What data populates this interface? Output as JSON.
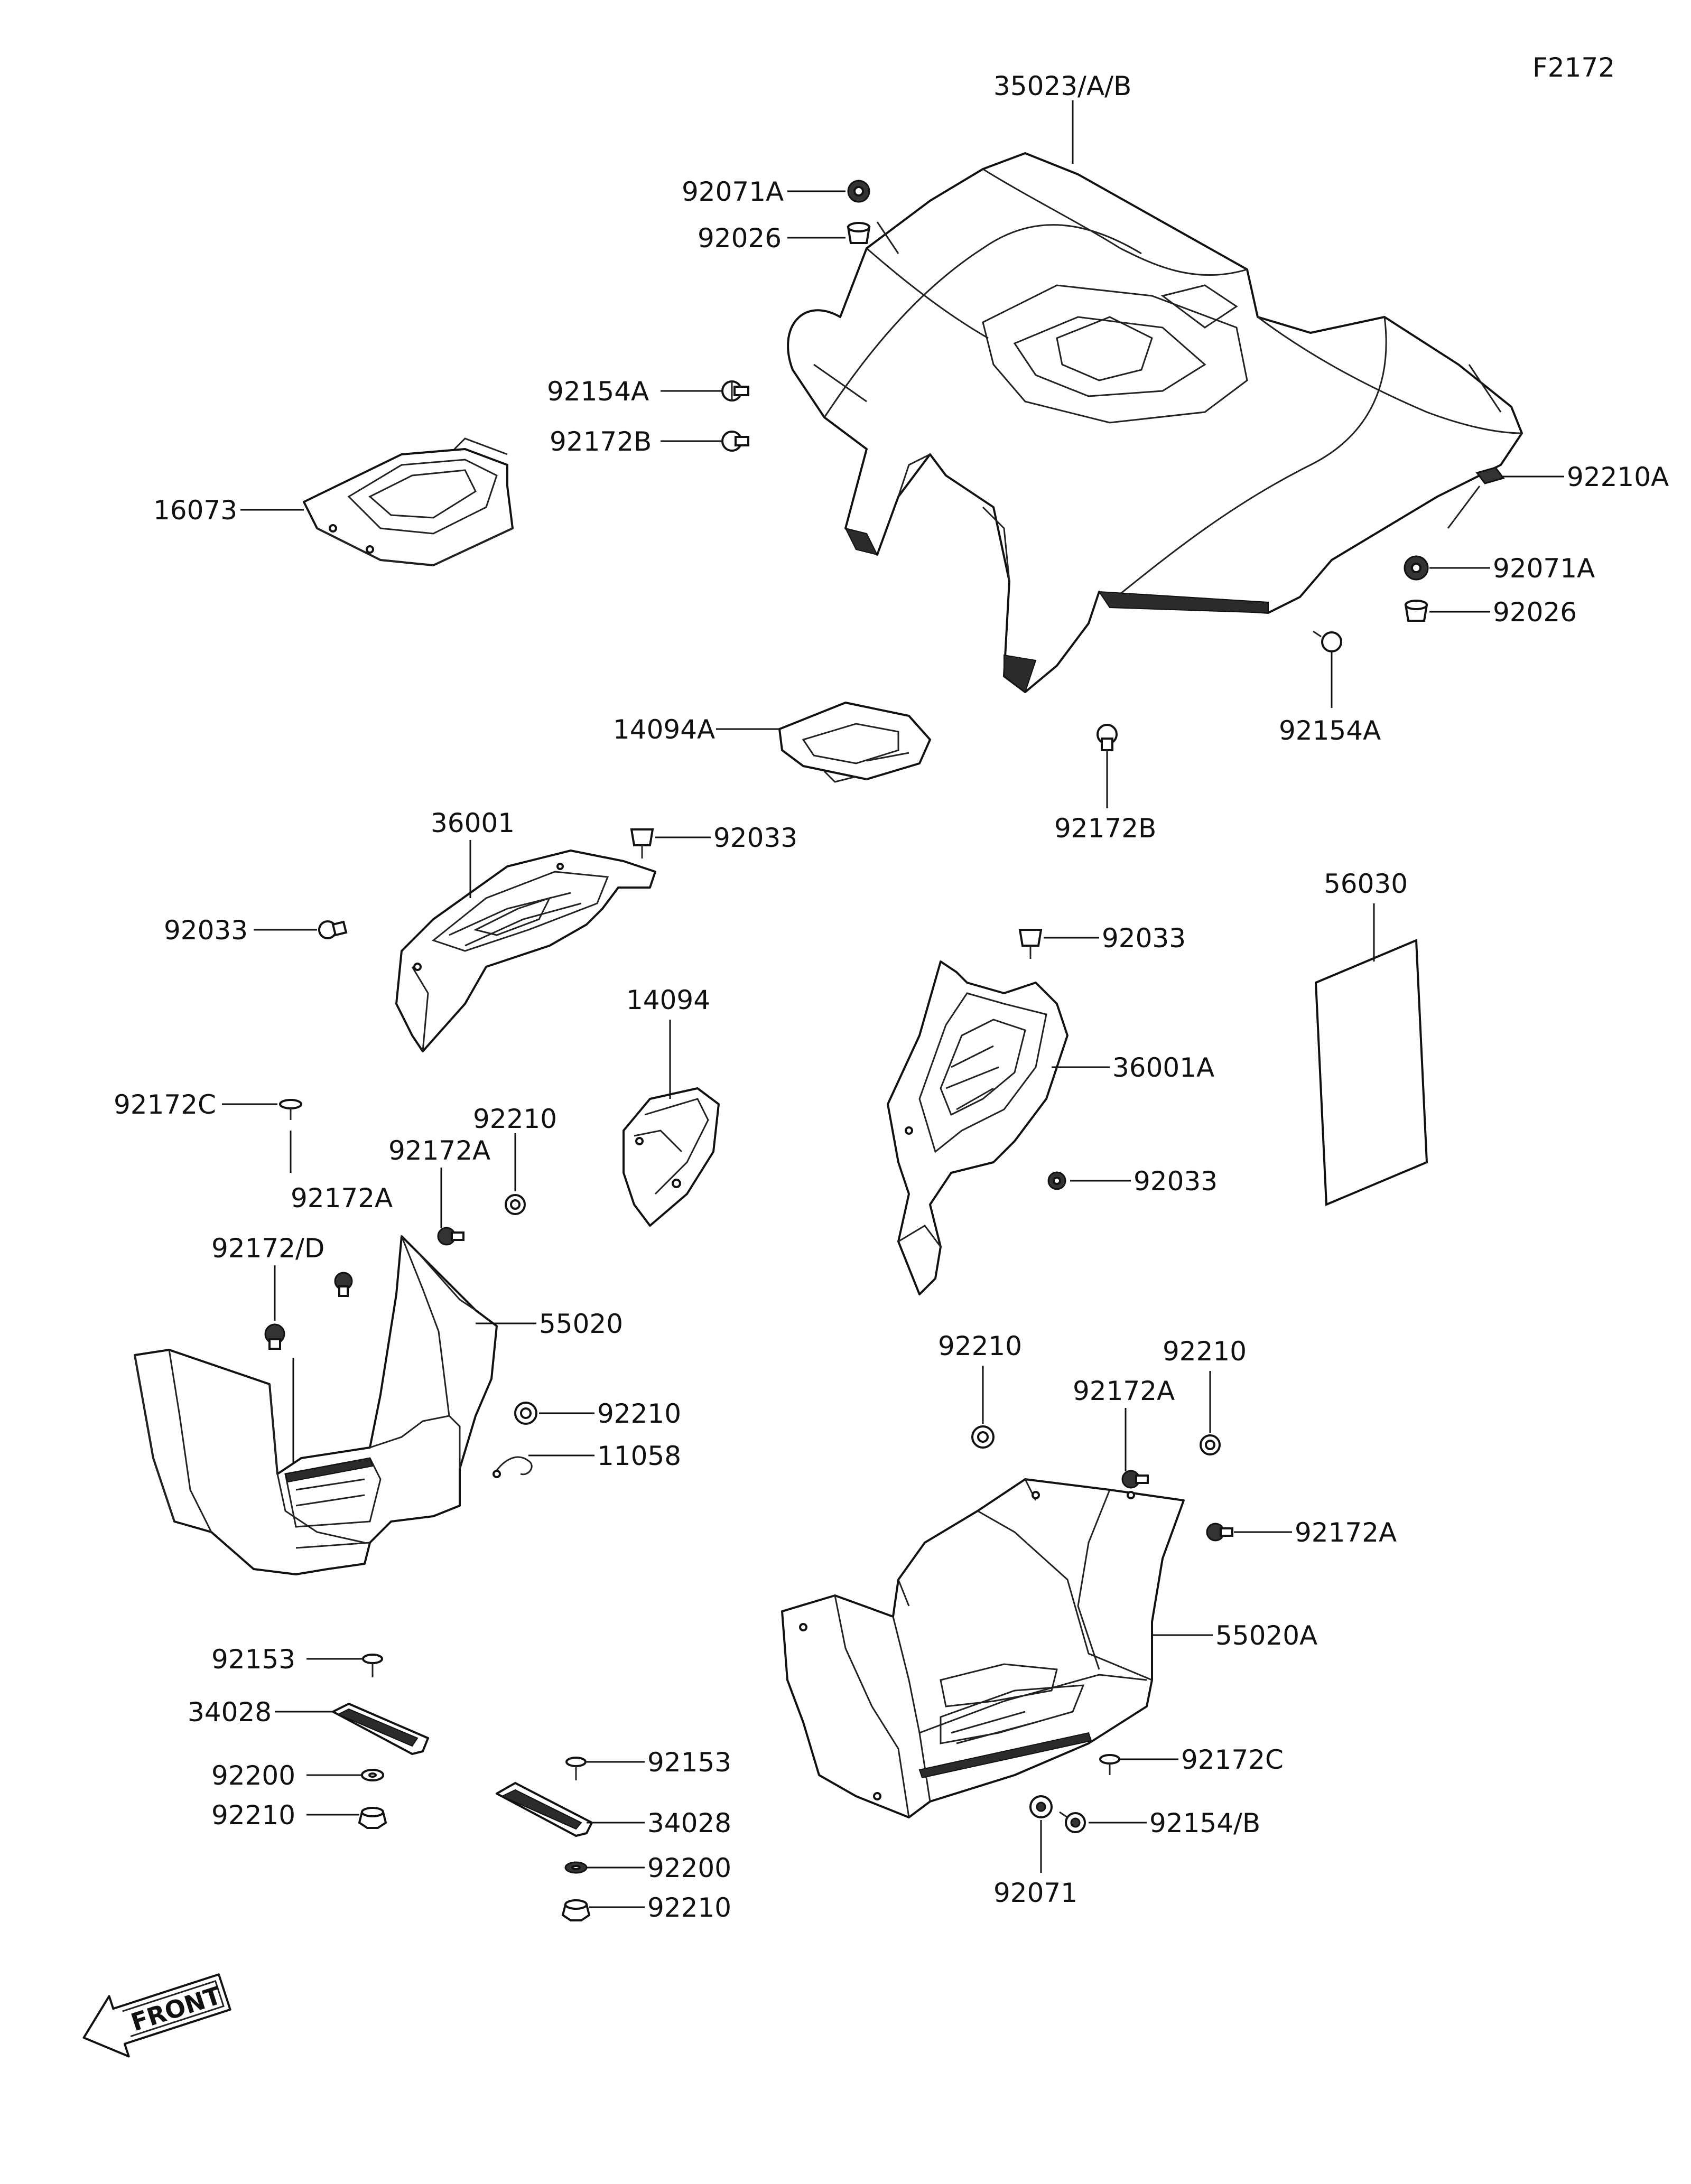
{
  "diagram_code": "F2172",
  "front_indicator": "FRONT",
  "parts": {
    "p35023": "35023/A/B",
    "p92071A_1": "92071A",
    "p92026_1": "92026",
    "p92154A_1": "92154A",
    "p92172B_1": "92172B",
    "p16073": "16073",
    "p92210A": "92210A",
    "p92071A_2": "92071A",
    "p92026_2": "92026",
    "p92154A_2": "92154A",
    "p14094A": "14094A",
    "p92172B_2": "92172B",
    "p36001": "36001",
    "p92033_1": "92033",
    "p92033_2": "92033",
    "p56030": "56030",
    "p92033_3": "92033",
    "p14094": "14094",
    "p36001A": "36001A",
    "p92172C_1": "92172C",
    "p92210_1": "92210",
    "p92172A_1": "92172A",
    "p92033_4": "92033",
    "p92172A_2": "92172A",
    "p92172D": "92172/D",
    "p55020": "55020",
    "p92210_2": "92210",
    "p11058": "11058",
    "p92210_3": "92210",
    "p92210_4": "92210",
    "p92172A_3": "92172A",
    "p92172A_4": "92172A",
    "p55020A": "55020A",
    "p92153_1": "92153",
    "p34028_1": "34028",
    "p92153_2": "92153",
    "p92200_1": "92200",
    "p34028_2": "34028",
    "p92210_5": "92210",
    "p92200_2": "92200",
    "p92210_6": "92210",
    "p92172C_2": "92172C",
    "p92154B": "92154/B",
    "p92071": "92071"
  }
}
